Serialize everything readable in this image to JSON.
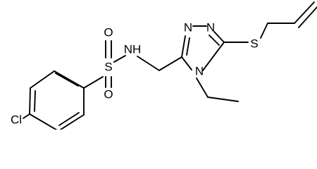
{
  "molecule": {
    "atoms": {
      "cl": "Cl",
      "s_sulfonyl": "S",
      "o_top": "O",
      "o_bottom": "O",
      "nh": "NH",
      "n_ring_1": "N",
      "n_ring_2": "N",
      "n_ring_4": "N",
      "s_thio": "S"
    }
  },
  "colors": {
    "bond": "#000000",
    "label": "#000000",
    "background": "#ffffff"
  }
}
